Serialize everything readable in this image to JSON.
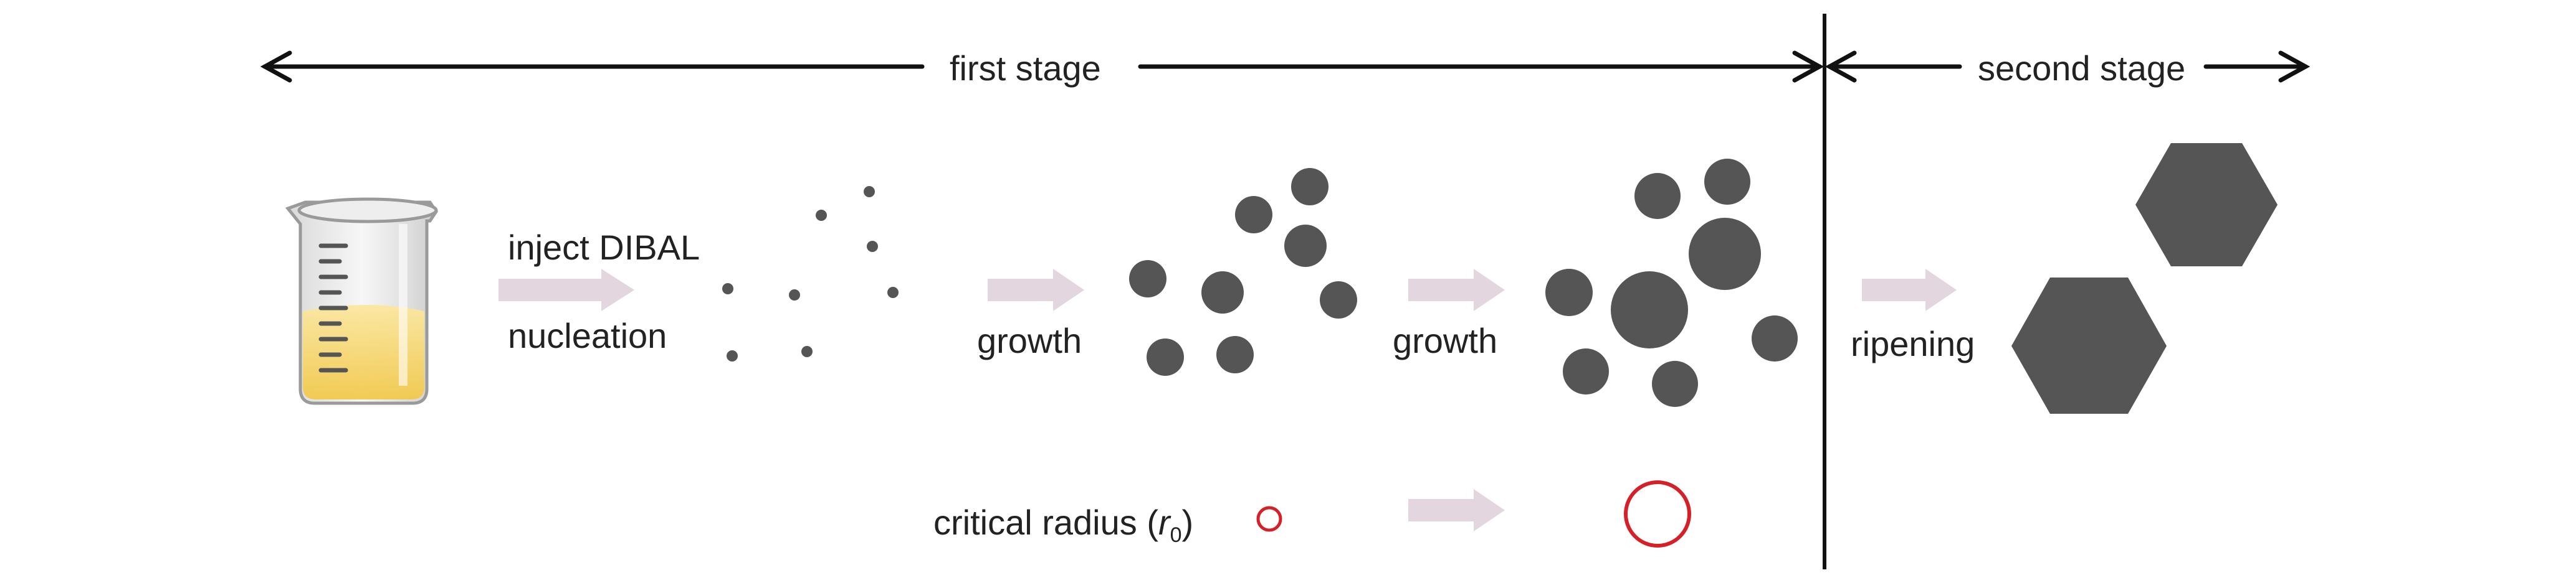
{
  "stages": {
    "first": "first stage",
    "second": "second stage"
  },
  "steps": {
    "inject": "inject DIBAL",
    "nucleation": "nucleation",
    "growth_1": "growth",
    "growth_2": "growth",
    "ripening": "ripening"
  },
  "critical_radius": {
    "prefix": "critical radius (",
    "symbol": "r",
    "subscript": "0",
    "suffix": ")"
  },
  "colors": {
    "particle": "#555555",
    "arrow": "#e3d6df",
    "critical_circle": "#d61f26",
    "line": "#111111",
    "liquid": "#f4d35e"
  },
  "icons": [
    "beaker-icon",
    "process-arrow-icon",
    "particle",
    "hexagon-crystal"
  ]
}
